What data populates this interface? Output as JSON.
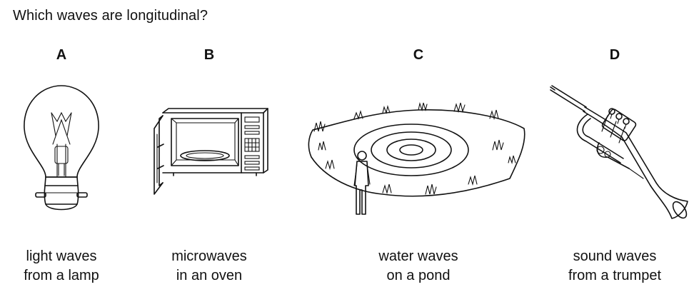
{
  "question": "Which waves are longitudinal?",
  "options": [
    {
      "letter": "A",
      "caption_line1": "light waves",
      "caption_line2": "from a lamp",
      "image": "light-bulb-icon"
    },
    {
      "letter": "B",
      "caption_line1": "microwaves",
      "caption_line2": "in an oven",
      "image": "microwave-oven-icon"
    },
    {
      "letter": "C",
      "caption_line1": "water waves",
      "caption_line2": "on a pond",
      "image": "pond-ripples-icon"
    },
    {
      "letter": "D",
      "caption_line1": "sound waves",
      "caption_line2": "from a trumpet",
      "image": "trumpet-icon"
    }
  ]
}
